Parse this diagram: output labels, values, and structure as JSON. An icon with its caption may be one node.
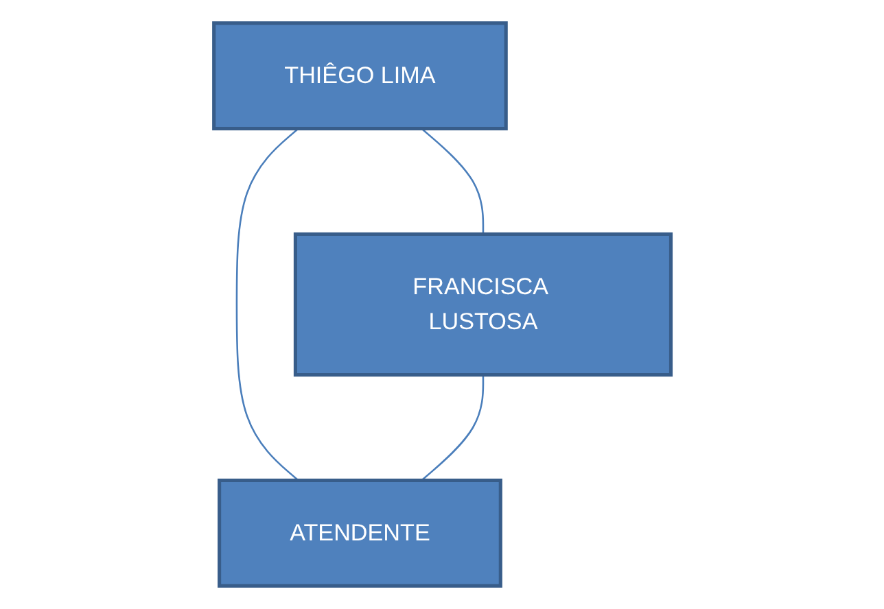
{
  "diagram": {
    "nodes": [
      {
        "text": [
          "THIÊGO LIMA"
        ]
      },
      {
        "text": [
          "FRANCISCA LUSTOSA"
        ]
      },
      {
        "text": [
          "ATENDENTE"
        ]
      }
    ],
    "edges": [
      {
        "from": 0,
        "to": 1,
        "arrow": "none"
      },
      {
        "from": 0,
        "to": 2,
        "arrow": "none"
      },
      {
        "from": 1,
        "to": 2,
        "arrow": "none"
      }
    ]
  }
}
